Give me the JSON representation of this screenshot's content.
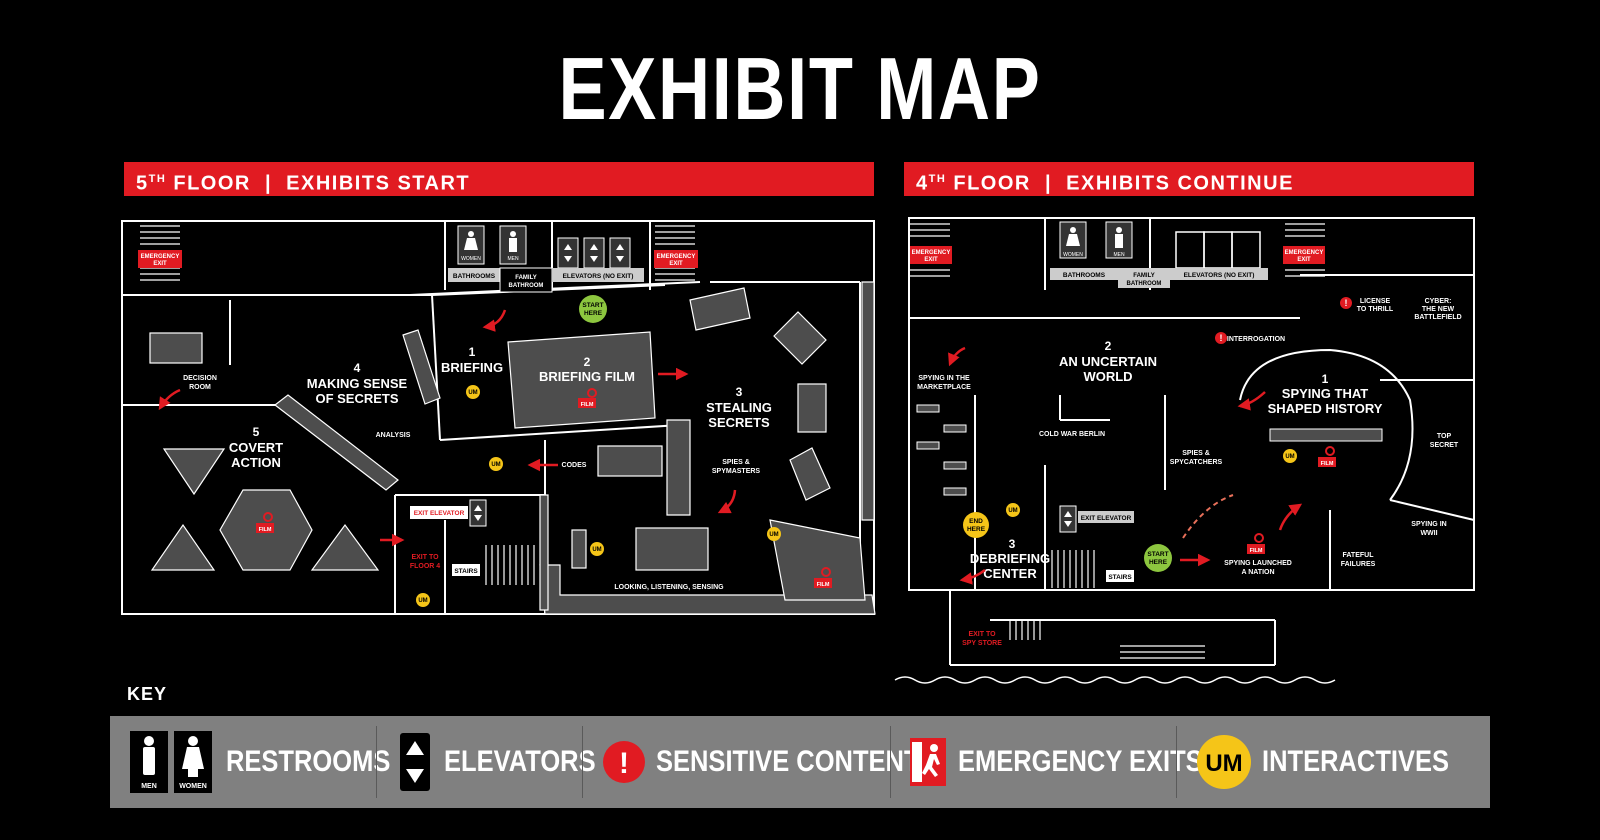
{
  "title": "EXHIBIT MAP",
  "floor5": {
    "banner_main": "5",
    "banner_sup": "TH",
    "banner_rest": " FLOOR  |  EXHIBITS START",
    "rooms": {
      "briefing_num": "1",
      "briefing": "BRIEFING",
      "briefing_film_num": "2",
      "briefing_film": "BRIEFING FILM",
      "stealing_num": "3",
      "stealing_1": "STEALING",
      "stealing_2": "SECRETS",
      "making_num": "4",
      "making_1": "MAKING SENSE",
      "making_2": "OF SECRETS",
      "covert_num": "5",
      "covert_1": "COVERT",
      "covert_2": "ACTION"
    },
    "labels": {
      "bathrooms": "BATHROOMS",
      "family_1": "FAMILY",
      "family_2": "BATHROOM",
      "elevators": "ELEVATORS (NO EXIT)",
      "decision_1": "DECISION",
      "decision_2": "ROOM",
      "analysis": "ANALYSIS",
      "codes": "CODES",
      "spies_1": "SPIES &",
      "spies_2": "SPYMASTERS",
      "looking": "LOOKING, LISTENING, SENSING",
      "exit_elevator": "EXIT ELEVATOR",
      "exit_floor_1": "EXIT TO",
      "exit_floor_2": "FLOOR 4",
      "stairs": "STAIRS",
      "start_1": "START",
      "start_2": "HERE",
      "women": "WOMEN",
      "men": "MEN",
      "emergency_1": "EMERGENCY",
      "emergency_2": "EXIT",
      "film": "FILM",
      "um": "UM"
    }
  },
  "floor4": {
    "banner_main": "4",
    "banner_sup": "TH",
    "banner_rest": " FLOOR  |  EXHIBITS CONTINUE",
    "rooms": {
      "spying_num": "1",
      "spying_1": "SPYING THAT",
      "spying_2": "SHAPED HISTORY",
      "uncertain_num": "2",
      "uncertain_1": "AN UNCERTAIN",
      "uncertain_2": "WORLD",
      "debriefing_num": "3",
      "debriefing_1": "DEBRIEFING",
      "debriefing_2": "CENTER"
    },
    "labels": {
      "bathrooms": "BATHROOMS",
      "family_1": "FAMILY",
      "family_2": "BATHROOM",
      "elevators": "ELEVATORS (NO EXIT)",
      "license_1": "LICENSE",
      "license_2": "TO THRILL",
      "cyber_1": "CYBER:",
      "cyber_2": "THE NEW",
      "cyber_3": "BATTLEFIELD",
      "interrogation": "INTERROGATION",
      "marketplace_1": "SPYING IN THE",
      "marketplace_2": "MARKETPLACE",
      "cold_war": "COLD WAR BERLIN",
      "spycatchers_1": "SPIES &",
      "spycatchers_2": "SPYCATCHERS",
      "top_secret_1": "TOP",
      "top_secret_2": "SECRET",
      "wwii_1": "SPYING IN",
      "wwii_2": "WWII",
      "fateful_1": "FATEFUL",
      "fateful_2": "FAILURES",
      "launched_1": "SPYING LAUNCHED",
      "launched_2": "A NATION",
      "exit_elevator": "EXIT ELEVATOR",
      "stairs": "STAIRS",
      "start_1": "START",
      "start_2": "HERE",
      "end_1": "END",
      "end_2": "HERE",
      "store_1": "EXIT TO",
      "store_2": "SPY STORE",
      "women": "WOMEN",
      "men": "MEN",
      "emergency_1": "EMERGENCY",
      "emergency_2": "EXIT",
      "film": "FILM",
      "um": "UM"
    }
  },
  "key": {
    "title": "KEY",
    "restrooms": "RESTROOMS",
    "men": "MEN",
    "women": "WOMEN",
    "elevators": "ELEVATORS",
    "sensitive": "SENSITIVE CONTENT",
    "emergency": "EMERGENCY EXITS",
    "interactives": "INTERACTIVES",
    "um": "UM",
    "excl": "!"
  },
  "colors": {
    "background": "#000000",
    "accent_red": "#e11b22",
    "interactive_yellow": "#f5c518",
    "start_green": "#8dc63f",
    "key_gray": "#808080",
    "exhibit_gray": "#4d4d4d"
  },
  "icons": [
    "man-icon",
    "woman-icon",
    "elevator-icon",
    "sensitive-content-icon",
    "emergency-exit-icon",
    "interactive-icon",
    "film-icon",
    "direction-arrow-icon"
  ]
}
